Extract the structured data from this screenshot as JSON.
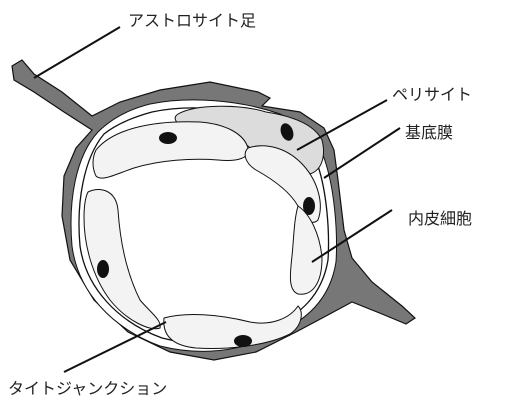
{
  "labels": {
    "astrocyte_foot": "アストロサイト足",
    "pericyte": "ペリサイト",
    "basement_membrane": "基底膜",
    "endothelial_cell": "内皮細胞",
    "tight_junction": "タイトジャンクション"
  },
  "colors": {
    "astrocyte": "#777777",
    "pericyte": "#dcdcdc",
    "endothelium": "#f3f3f3",
    "nucleus": "#111111",
    "lines": "#111111"
  }
}
